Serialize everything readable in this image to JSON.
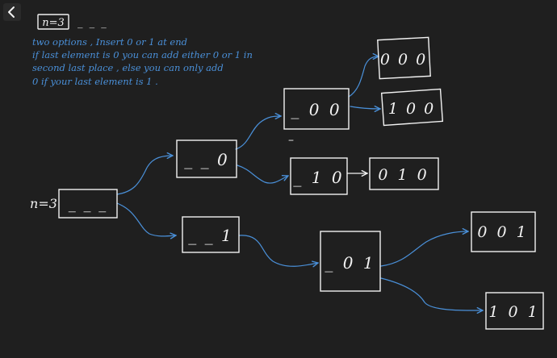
{
  "toolbar": {
    "back_icon": "chevron-left-icon"
  },
  "notes": {
    "header": "n=3",
    "blanks": "_ _ _",
    "lines": [
      "two options , Insert 0 or 1 at end",
      "if last element is 0 you can add either 0 or 1 in",
      "second last place , else you can only add",
      "0 if your last element is 1 ."
    ]
  },
  "tree": {
    "root_label": "n=3",
    "root": "_ _ _",
    "level1": [
      "_ _ 0",
      "_ _ 1"
    ],
    "level2": [
      "_ 0 0",
      "_ 1 0",
      "_ 0 1"
    ],
    "leaves": [
      "0 0 0",
      "1 0 0",
      "0 1 0",
      "0 0 1",
      "1 0 1"
    ],
    "stray_mark": "–"
  },
  "colors": {
    "background": "#1f1f1f",
    "ink_white": "#f2f2f2",
    "ink_blue": "#4a90d9",
    "button_bg": "#2a2a2a"
  }
}
